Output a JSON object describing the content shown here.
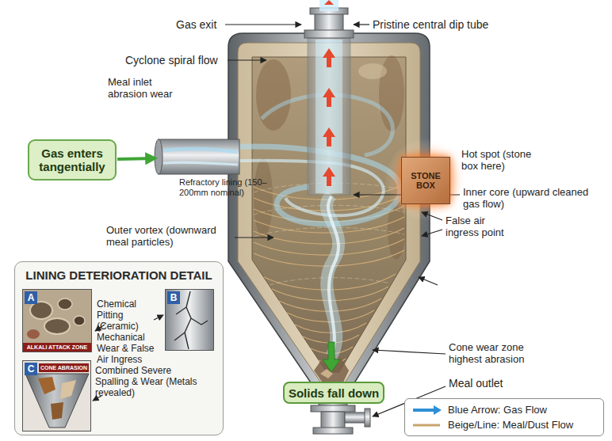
{
  "diagram": {
    "nodes": [
      {
        "text": [
          "Gas enters tangentially"
        ]
      },
      {
        "text": [
          "STONE BOX"
        ]
      },
      {
        "text": [
          "Solids fall down"
        ]
      },
      {
        "text": [
          "LINING DETERIORATION DETAIL"
        ]
      },
      {
        "text": [
          "A",
          "ALKALI ATTACK ZONE"
        ],
        "in": 3
      },
      {
        "text": [
          "B"
        ],
        "in": 3
      },
      {
        "text": [
          "C",
          "CONE ABRASION"
        ],
        "in": 3
      }
    ],
    "labels": [
      "Gas exit",
      "Pristine central dip tube",
      "Cyclone spiral flow",
      "Meal inlet abrasion wear",
      "Refractory lining (150–200mm nominal)",
      "Hot spot (stone box here)",
      "Inner core (upward cleaned gas flow)",
      "False air ingress point",
      "Outer vortex (downward meal particles)",
      "Chemical Pitting (Ceramic)",
      "Mechanical Wear & False Air Ingress",
      "Combined Severe Spalling & Wear (Metals revealed)",
      "Cone wear zone highest abrasion",
      "Meal outlet"
    ],
    "legend": [
      {
        "text": "Blue Arrow: Gas Flow",
        "color": "#2e8fd6"
      },
      {
        "text": "Beige/Line: Meal/Dust Flow",
        "color": "#c9a46e"
      }
    ]
  }
}
